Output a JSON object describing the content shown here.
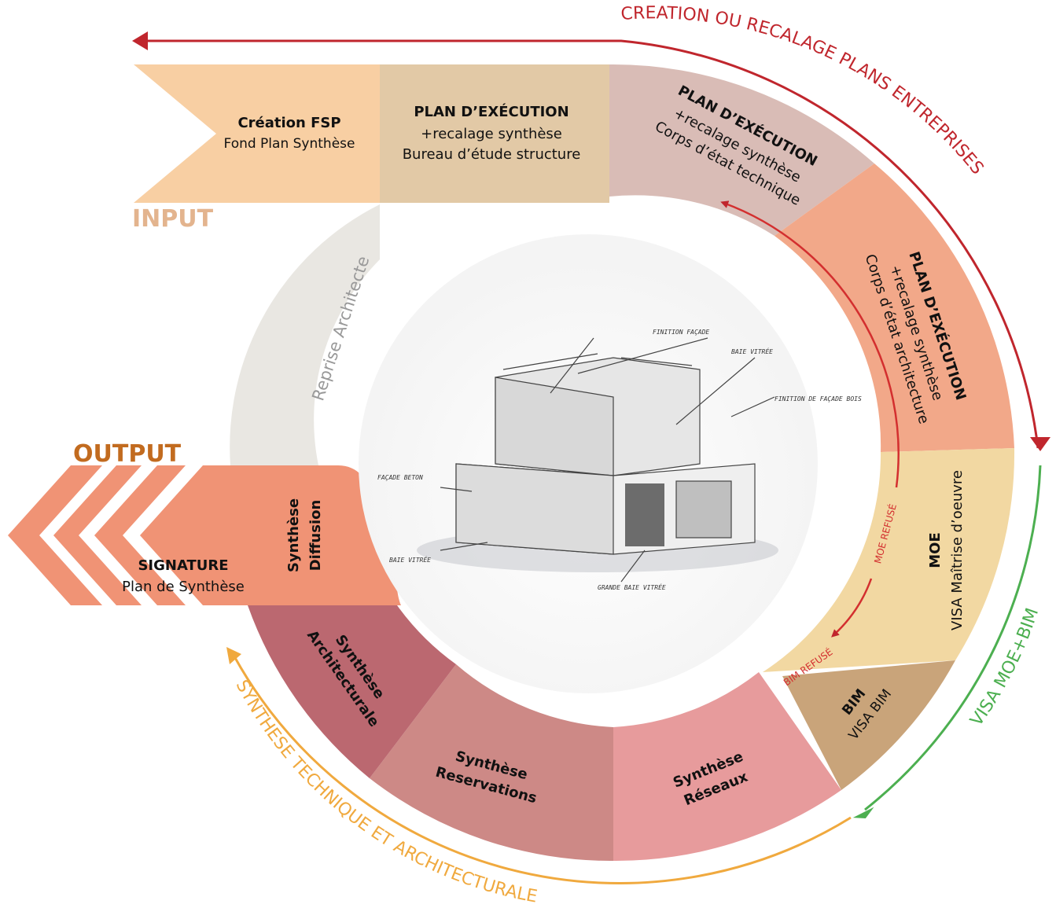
{
  "arcs": {
    "top": "CREATION OU RECALAGE PLANS ENTREPRISES",
    "right": "VISA MOE+BIM",
    "bottom": "SYNTHESE TECHNIQUE ET ARCHITECTURALE"
  },
  "input_label": "INPUT",
  "output_label": "OUTPUT",
  "banner": {
    "fsp": {
      "title": "Création FSP",
      "sub": "Fond Plan Synthèse"
    },
    "structure": {
      "title": "PLAN D’EXÉCUTION",
      "l1": "+recalage synthèse",
      "l2": "Bureau d’étude structure"
    }
  },
  "segments": {
    "technique": {
      "title": "PLAN D’EXÉCUTION",
      "l1": "+recalage synthèse",
      "l2": "Corps d’état technique"
    },
    "architecture": {
      "title": "PLAN D’EXÉCUTION",
      "l1": "+recalage synthèse",
      "l2": "Corps d’état architecture"
    },
    "moe": {
      "title": "MOE",
      "l1": "VISA Maîtrise d’oeuvre"
    },
    "bim": {
      "title": "BIM",
      "l1": "VISA BIM"
    },
    "reseaux": {
      "l1": "Synthèse",
      "l2": "Réseaux"
    },
    "reservations": {
      "l1": "Synthèse",
      "l2": "Reservations"
    },
    "architecturale": {
      "l1": "Synthèse",
      "l2": "Architecturale"
    },
    "diffusion": {
      "l1": "Synthèse",
      "l2": "Diffusion"
    },
    "reprise": "Reprise Architecte"
  },
  "signature": {
    "title": "SIGNATURE",
    "sub": "Plan de Synthèse"
  },
  "refus": {
    "moe": "MOE REFUSÉ",
    "bim": "BIM REFUSÉ"
  },
  "colors": {
    "red_arrow": "#c0262d",
    "green_arrow": "#4caf50",
    "orange_arrow": "#f0a93e",
    "input_text": "#e3b48e",
    "output_text": "#c26b1f",
    "fsp": "#f8cfa3",
    "structure": "#e2c9a6",
    "technique": "#d9bcb6",
    "architecture": "#f2a889",
    "moe": "#f2d8a2",
    "bim": "#c9a47a",
    "reseaux": "#e79b9c",
    "reservations": "#cd8986",
    "architecturale": "#bb6870",
    "diffusion": "#f09375",
    "reprise": "#e9e7e2"
  }
}
